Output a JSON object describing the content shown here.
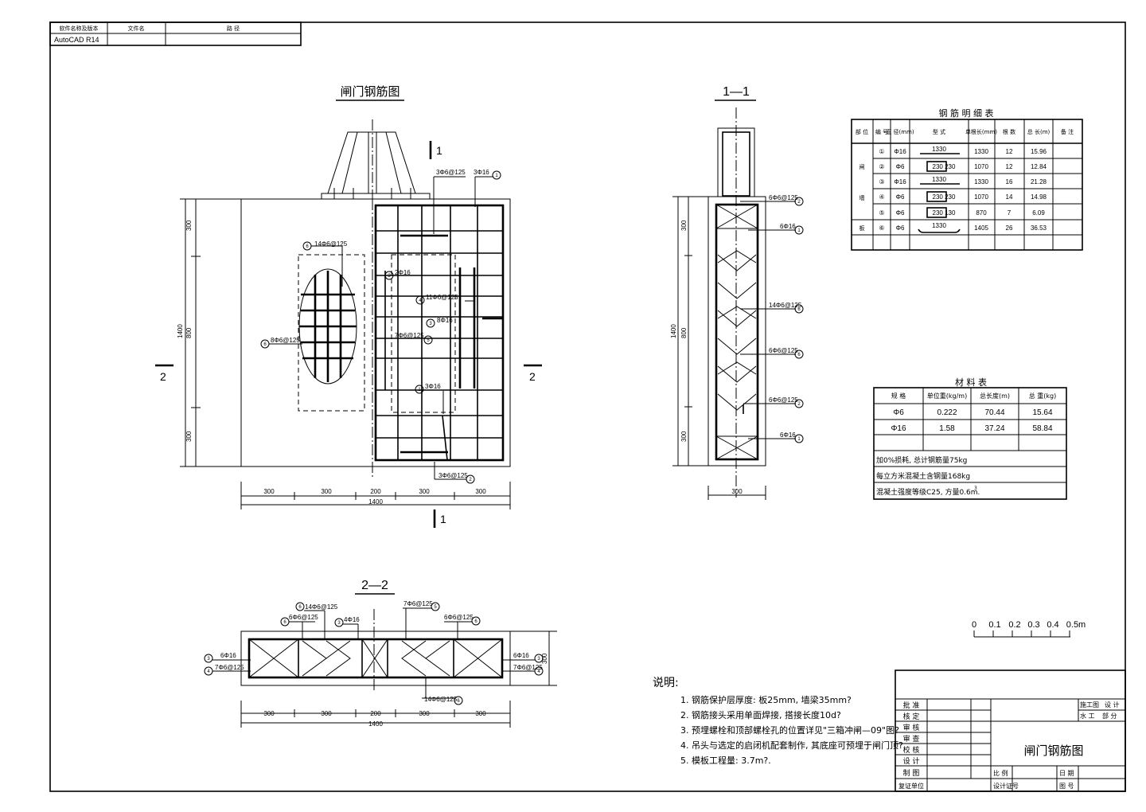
{
  "header_table": {
    "col1": "软件名称及版本",
    "col2": "文件名",
    "col3": "路      径",
    "software": "AutoCAD R14"
  },
  "views": {
    "main_title": "闸门钢筋图",
    "section_11": "1—1",
    "section_22": "2—2",
    "cut_mark_1": "1",
    "cut_mark_2": "2"
  },
  "main_dims": {
    "v_top": "300",
    "v_mid": "800",
    "v_bot": "300",
    "v_total": "1400",
    "h_segments": [
      "300",
      "300",
      "200",
      "300",
      "300"
    ],
    "h_total": "1400"
  },
  "main_labels": {
    "l_6_top": "14Φ6@125",
    "l_6_left": "8Φ6@125",
    "l_3_top": "3Φ6@125",
    "l_1_top": "3Φ16",
    "l_3_a": "2Φ16",
    "l_4": "11Φ6@125",
    "l_3_b": "8Φ16",
    "l_5": "7Φ6@125",
    "l_1_b": "3Φ16",
    "l_2_bot": "3Φ6@125"
  },
  "sec11_labels": {
    "a": "6Φ6@125",
    "b": "6Φ16",
    "c": "14Φ6@125",
    "d": "6Φ6@125",
    "e": "6Φ6@125",
    "f": "6Φ16",
    "width": "300"
  },
  "sec22_labels": {
    "a": "14Φ6@125",
    "b": "6Φ6@125",
    "c": "4Φ16",
    "d": "7Φ6@125",
    "e": "6Φ6@125",
    "left1": "6Φ16",
    "left2": "7Φ6@125",
    "right1": "6Φ16",
    "right2": "7Φ6@125",
    "bottom": "14Φ6@125",
    "height": "300"
  },
  "rebar_table": {
    "title": "钢 筋 明 细 表",
    "headers": [
      "部 位",
      "编 号",
      "直 径(mm)",
      "型      式",
      "单根长(mm)",
      "根 数",
      "总 长(m)",
      "备 注"
    ],
    "group_labels": [
      "闸",
      "墙",
      "板"
    ],
    "rows": [
      {
        "no": "①",
        "dia": "Φ16",
        "shape": "1330",
        "len": "1330",
        "count": "12",
        "total": "15.96"
      },
      {
        "no": "②",
        "dia": "Φ6",
        "shape": "230  230",
        "len": "1070",
        "count": "12",
        "total": "12.84"
      },
      {
        "no": "③",
        "dia": "Φ16",
        "shape": "1330",
        "len": "1330",
        "count": "16",
        "total": "21.28"
      },
      {
        "no": "④",
        "dia": "Φ6",
        "shape": "230  230",
        "len": "1070",
        "count": "14",
        "total": "14.98"
      },
      {
        "no": "⑤",
        "dia": "Φ6",
        "shape": "230  130",
        "len": "870",
        "count": "7",
        "total": "6.09"
      },
      {
        "no": "⑥",
        "dia": "Φ6",
        "shape": "1330",
        "len": "1405",
        "count": "26",
        "total": "36.53"
      }
    ]
  },
  "material_table": {
    "title": "材 料 表",
    "headers": [
      "规    格",
      "单位重(kg/m)",
      "总长度(m)",
      "总 重(kg)"
    ],
    "rows": [
      [
        "Φ6",
        "0.222",
        "70.44",
        "15.64"
      ],
      [
        "Φ16",
        "1.58",
        "37.24",
        "58.84"
      ]
    ],
    "note1": "加0%损耗, 总计钢筋量75kg",
    "note2": "每立方米混凝土含钢量168kg",
    "note3": "混凝土强度等级C25, 方量0.6m.",
    "note3_sup": "3"
  },
  "scale_bar": {
    "labels": [
      "0",
      "0.1",
      "0.2",
      "0.3",
      "0.4",
      "0.5m"
    ]
  },
  "notes": {
    "title": "说明:",
    "items": [
      "1. 钢筋保护层厚度: 板25mm, 墙梁35mm?",
      "2. 钢筋接头采用单面焊接, 搭接长度10d?",
      "3. 预埋螺栓和顶部螺栓孔的位置详见\"三箱冲闸—09\"图?",
      "4. 吊头与选定的启闭机配套制作, 其底座可预埋于闸门顶?",
      "5. 模板工程量: 3.7m?."
    ]
  },
  "title_block": {
    "roles": [
      "批 准",
      "核 定",
      "审 核",
      "审 查",
      "校 核",
      "设 计",
      "制 图",
      "复证单位"
    ],
    "stage_label": "施工图",
    "stage_value": "设 计",
    "dept_label": "水 工",
    "dept_value": "部 分",
    "drawing_title": "闸门钢筋图",
    "scale_label": "比 例",
    "date_label": "日 期",
    "cert_label": "设计证号",
    "sheet_label": "图 号"
  }
}
